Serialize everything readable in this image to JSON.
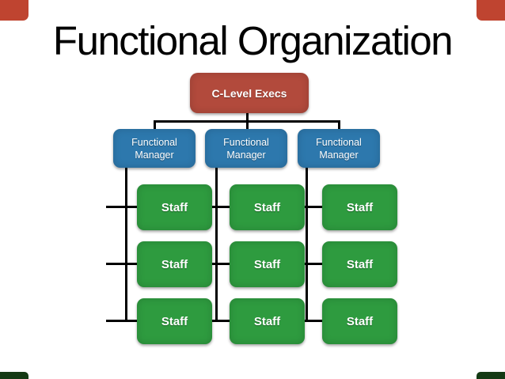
{
  "slide": {
    "title": "Functional Organization"
  },
  "org_chart": {
    "root": {
      "label": "C-Level Execs"
    },
    "managers": [
      {
        "label": "Functional Manager"
      },
      {
        "label": "Functional Manager"
      },
      {
        "label": "Functional Manager"
      }
    ],
    "staff_columns": [
      {
        "staff": [
          "Staff",
          "Staff",
          "Staff"
        ]
      },
      {
        "staff": [
          "Staff",
          "Staff",
          "Staff"
        ]
      },
      {
        "staff": [
          "Staff",
          "Staff",
          "Staff"
        ]
      }
    ]
  },
  "colors": {
    "background": "#ffffff",
    "title_text": "#000000",
    "root_box": "#b24a3c",
    "manager_box": "#2d78ad",
    "staff_box": "#2e9b3f",
    "box_text": "#ffffff",
    "connector": "#000000",
    "corner_accent_top": "#bf4430",
    "corner_accent_bottom": "#143a14"
  }
}
